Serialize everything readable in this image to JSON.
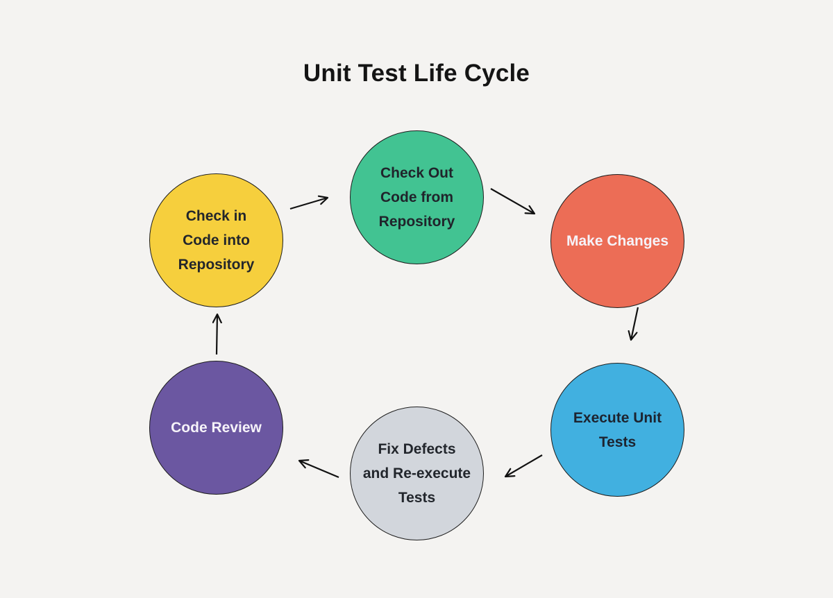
{
  "title": "Unit Test Life Cycle",
  "colors": {
    "background": "#f4f3f1",
    "circle_stroke": "#1c1c1c",
    "arrow": "#111111",
    "title_text": "#141414"
  },
  "nodes": [
    {
      "id": "check-out-code",
      "label_lines": [
        "Check Out",
        "Code from",
        "Repository"
      ],
      "fill": "#42c392",
      "text_color": "#20242b"
    },
    {
      "id": "make-changes",
      "label_lines": [
        "Make Changes"
      ],
      "fill": "#ec6d56",
      "text_color": "#f6f3f9"
    },
    {
      "id": "execute-unit-tests",
      "label_lines": [
        "Execute Unit",
        "Tests"
      ],
      "fill": "#41b0e0",
      "text_color": "#1d2430"
    },
    {
      "id": "fix-defects",
      "label_lines": [
        "Fix Defects",
        "and Re-execute",
        "Tests"
      ],
      "fill": "#d2d6dc",
      "text_color": "#22262c"
    },
    {
      "id": "code-review",
      "label_lines": [
        "Code Review"
      ],
      "fill": "#6b57a1",
      "text_color": "#f6f3f9"
    },
    {
      "id": "check-in-code",
      "label_lines": [
        "Check in",
        "Code into",
        "Repository"
      ],
      "fill": "#f6cf3d",
      "text_color": "#23262b"
    }
  ],
  "edges": [
    {
      "from": "check-in-code",
      "to": "check-out-code"
    },
    {
      "from": "check-out-code",
      "to": "make-changes"
    },
    {
      "from": "make-changes",
      "to": "execute-unit-tests"
    },
    {
      "from": "execute-unit-tests",
      "to": "fix-defects"
    },
    {
      "from": "fix-defects",
      "to": "code-review"
    },
    {
      "from": "code-review",
      "to": "check-in-code"
    }
  ]
}
